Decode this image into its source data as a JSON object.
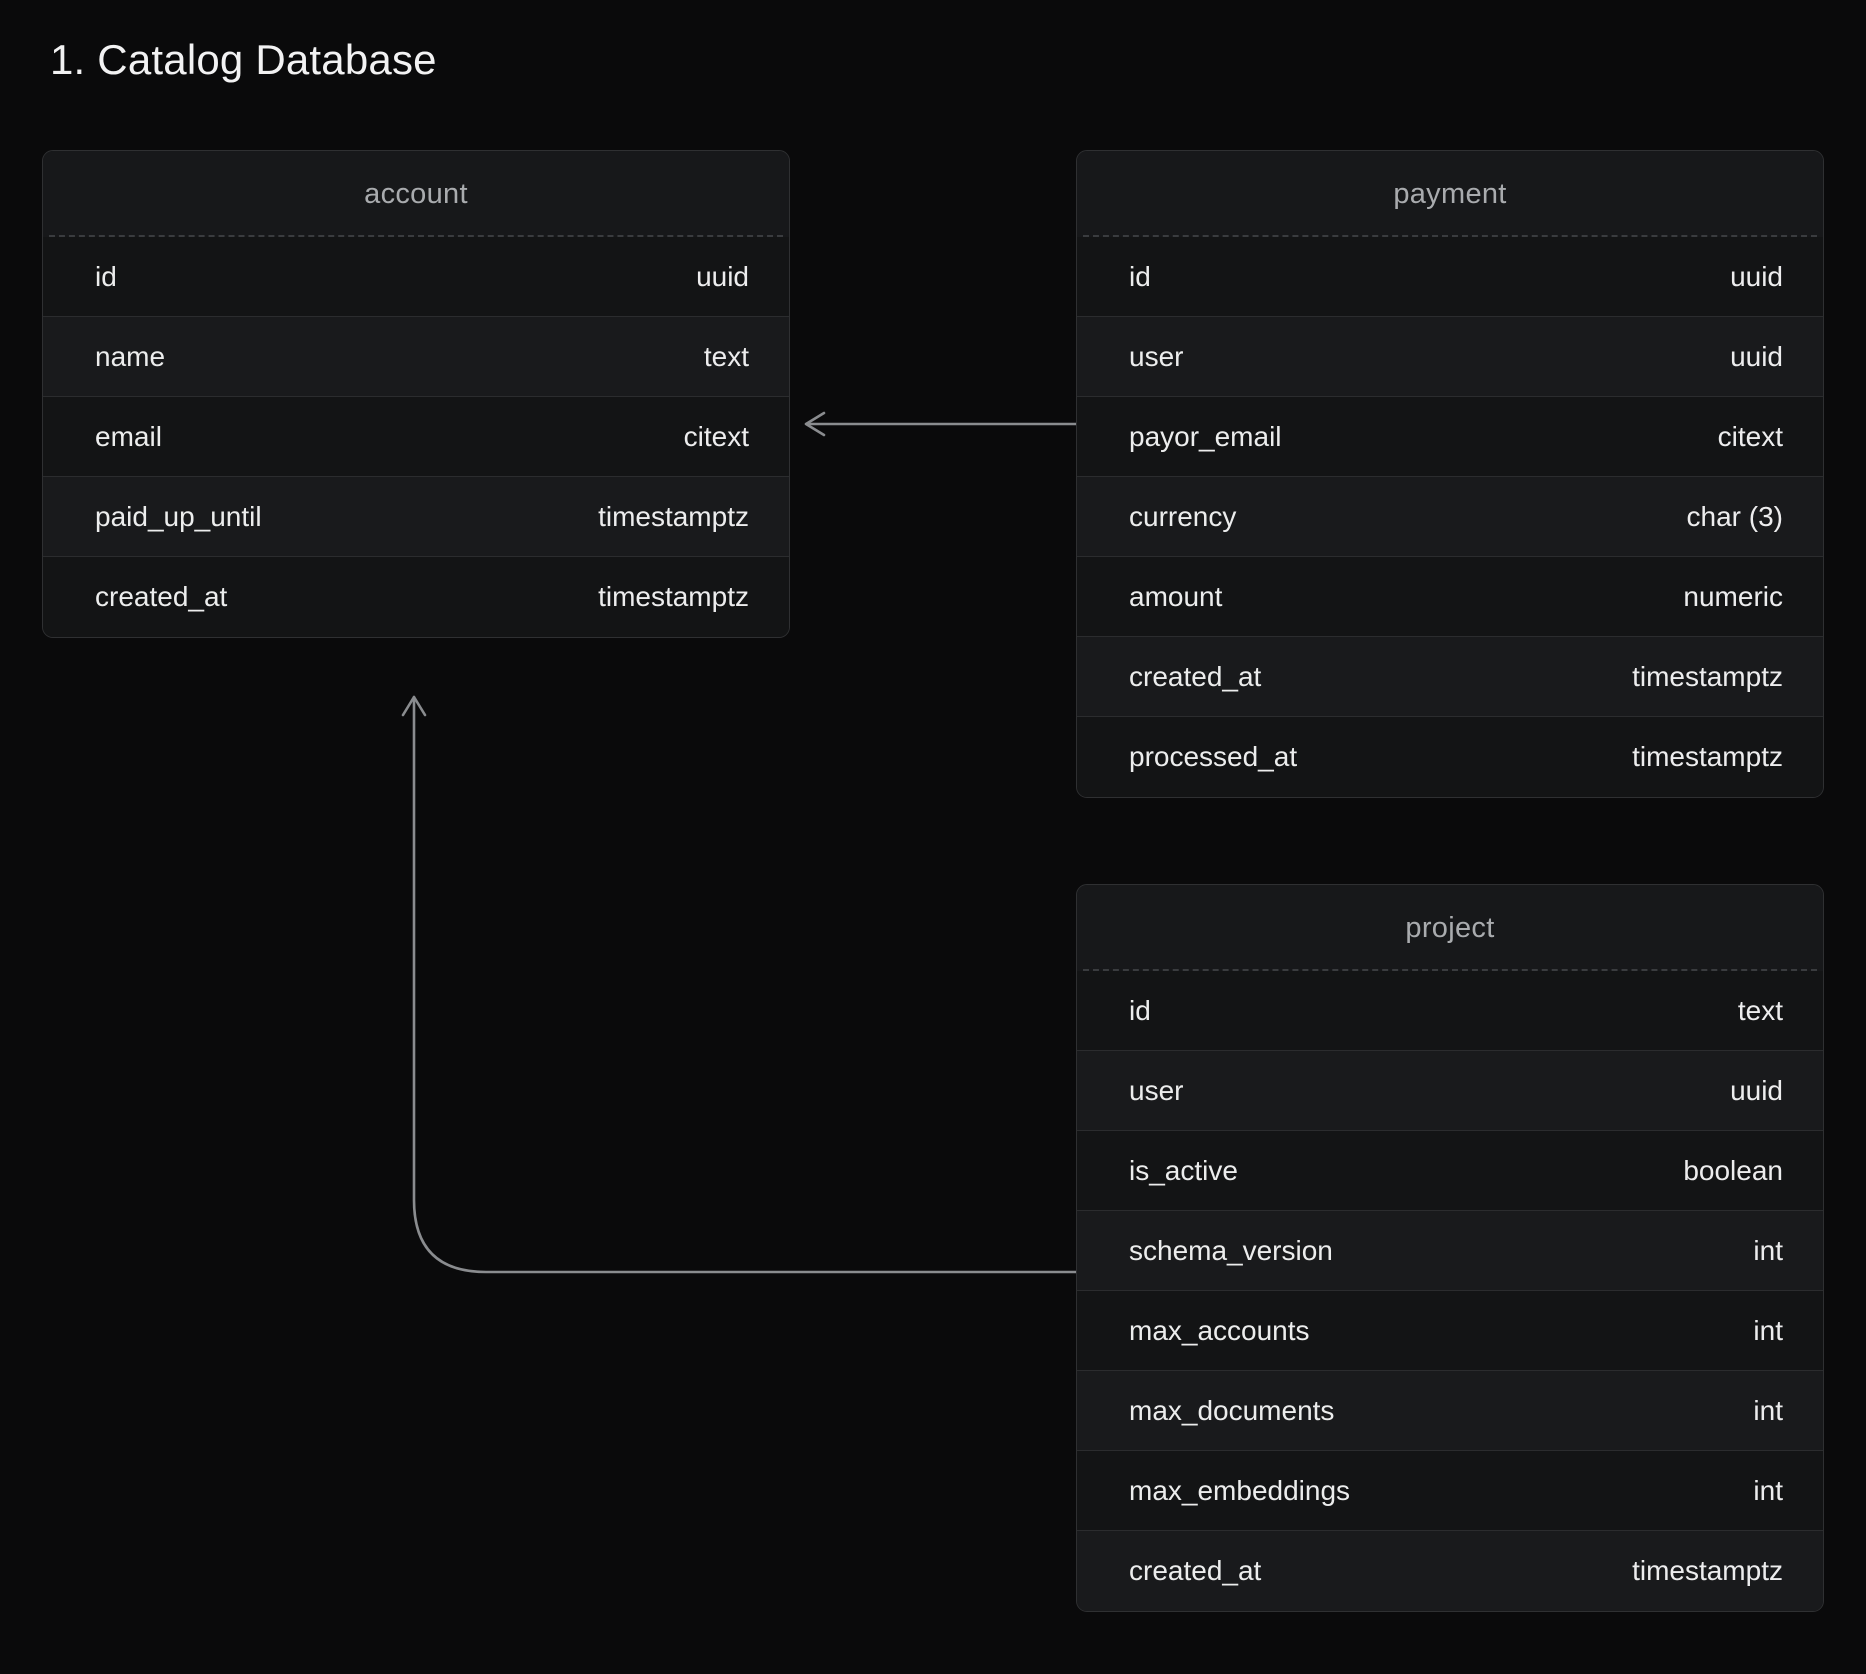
{
  "title": "1. Catalog Database",
  "theme": {
    "background": "#0a0a0b",
    "card_background": "#161718",
    "card_border": "#2f3032",
    "row_divider": "#2b2c2e",
    "header_text": "#a9abae",
    "body_text": "#eceded",
    "connector": "#8a8c8f"
  },
  "tables": [
    {
      "name": "account",
      "columns": [
        {
          "name": "id",
          "type": "uuid"
        },
        {
          "name": "name",
          "type": "text"
        },
        {
          "name": "email",
          "type": "citext"
        },
        {
          "name": "paid_up_until",
          "type": "timestamptz"
        },
        {
          "name": "created_at",
          "type": "timestamptz"
        }
      ]
    },
    {
      "name": "payment",
      "columns": [
        {
          "name": "id",
          "type": "uuid"
        },
        {
          "name": "user",
          "type": "uuid"
        },
        {
          "name": "payor_email",
          "type": "citext"
        },
        {
          "name": "currency",
          "type": "char (3)"
        },
        {
          "name": "amount",
          "type": "numeric"
        },
        {
          "name": "created_at",
          "type": "timestamptz"
        },
        {
          "name": "processed_at",
          "type": "timestamptz"
        }
      ]
    },
    {
      "name": "project",
      "columns": [
        {
          "name": "id",
          "type": "text"
        },
        {
          "name": "user",
          "type": "uuid"
        },
        {
          "name": "is_active",
          "type": "boolean"
        },
        {
          "name": "schema_version",
          "type": "int"
        },
        {
          "name": "max_accounts",
          "type": "int"
        },
        {
          "name": "max_documents",
          "type": "int"
        },
        {
          "name": "max_embeddings",
          "type": "int"
        },
        {
          "name": "created_at",
          "type": "timestamptz"
        }
      ]
    }
  ],
  "relationships": [
    {
      "from": "payment",
      "to": "account",
      "shape": "straight-left-arrow"
    },
    {
      "from": "project",
      "to": "account",
      "shape": "elbow-up-arrow"
    }
  ]
}
